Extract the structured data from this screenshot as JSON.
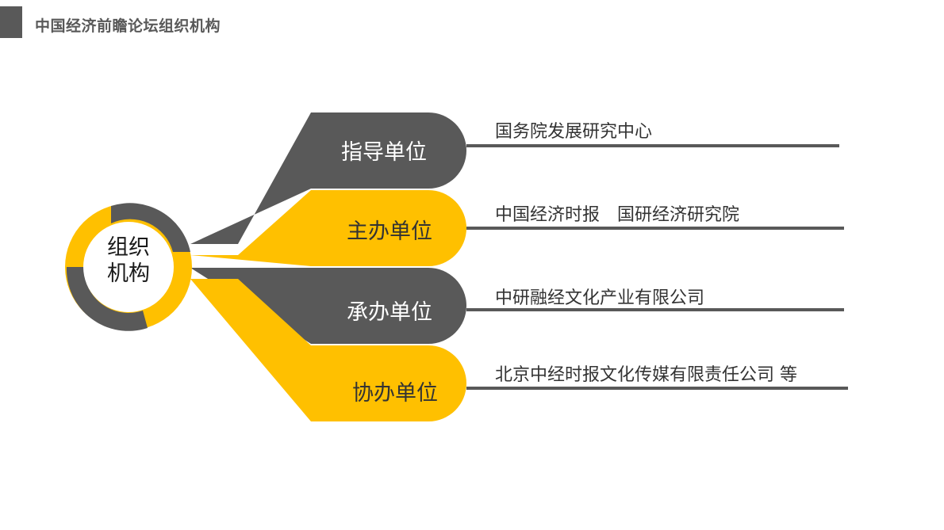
{
  "header": {
    "title": "中国经济前瞻论坛组织机构"
  },
  "center": {
    "line1": "组织",
    "line2": "机构"
  },
  "branches": [
    {
      "label": "指导单位",
      "org": "国务院发展研究中心"
    },
    {
      "label": "主办单位",
      "org": "中国经济时报　国研经济研究院"
    },
    {
      "label": "承办单位",
      "org": "中研融经文化产业有限公司"
    },
    {
      "label": "协办单位",
      "org": "北京中经时报文化传媒有限责任公司  等"
    }
  ],
  "colors": {
    "gray": "#595959",
    "yellow": "#FFC000"
  }
}
